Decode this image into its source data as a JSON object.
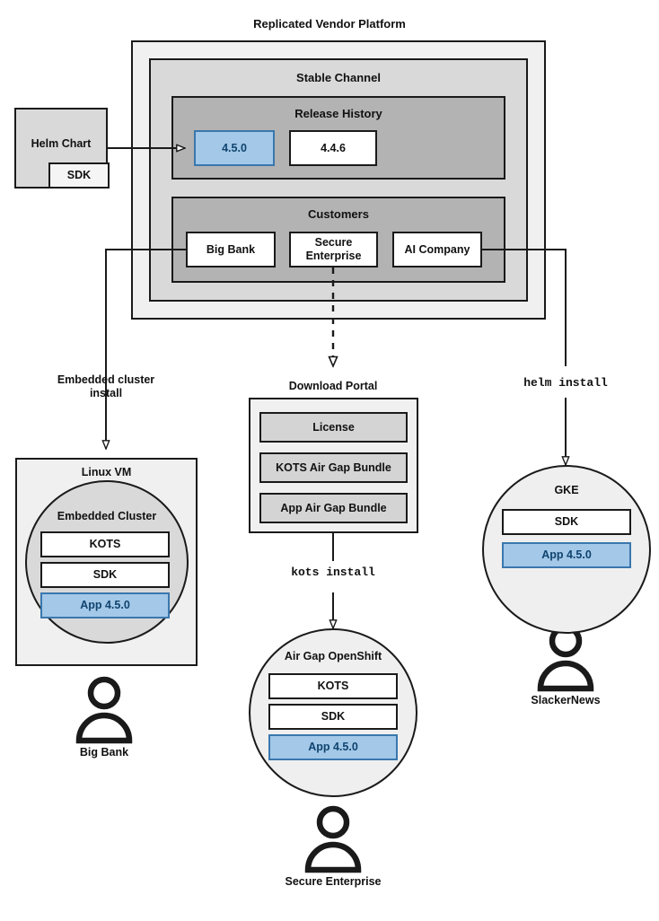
{
  "diagram": {
    "title": "Replicated Vendor Platform",
    "platform": {
      "stable_channel_label": "Stable Channel",
      "release_history": {
        "label": "Release History",
        "releases": [
          {
            "version": "4.5.0",
            "state": "current",
            "color": "#a3c8e8"
          },
          {
            "version": "4.4.6",
            "state": "previous",
            "color": "#ffffff"
          }
        ]
      },
      "customers": {
        "label": "Customers",
        "items": [
          {
            "name": "Big Bank"
          },
          {
            "name": "Secure Enterprise"
          },
          {
            "name": "AI Company"
          }
        ]
      }
    },
    "helm_chart": {
      "label": "Helm Chart",
      "sdk_label": "SDK"
    },
    "connector_labels": {
      "embedded_cluster_install": "Embedded cluster install",
      "helm_install": "helm install",
      "kots_install": "kots install"
    },
    "download_portal": {
      "title": "Download Portal",
      "artifacts": [
        {
          "label": "License"
        },
        {
          "label": "KOTS Air Gap Bundle"
        },
        {
          "label": "App Air Gap Bundle"
        }
      ]
    },
    "targets": [
      {
        "id": "linux-vm",
        "title": "Linux VM",
        "inner_title": "Embedded Cluster",
        "components": [
          {
            "label": "KOTS",
            "highlight": false
          },
          {
            "label": "SDK",
            "highlight": false
          },
          {
            "label": "App 4.5.0",
            "highlight": true
          }
        ],
        "customer": "Big Bank"
      },
      {
        "id": "airgap-openshift",
        "title": "Air Gap OpenShift",
        "components": [
          {
            "label": "KOTS",
            "highlight": false
          },
          {
            "label": "SDK",
            "highlight": false
          },
          {
            "label": "App 4.5.0",
            "highlight": true
          }
        ],
        "customer": "Secure Enterprise"
      },
      {
        "id": "gke",
        "title": "GKE",
        "components": [
          {
            "label": "SDK",
            "highlight": false
          },
          {
            "label": "App 4.5.0",
            "highlight": true
          }
        ],
        "customer": "SlackerNews"
      }
    ],
    "colors": {
      "accent_blue_fill": "#a3c8e8",
      "accent_blue_border": "#3a77ad",
      "accent_blue_text": "#10436e",
      "stroke": "#1a1a1a",
      "layer1": "#f0f0f0",
      "layer2": "#d9d9d9",
      "layer3": "#b3b3b3"
    }
  }
}
